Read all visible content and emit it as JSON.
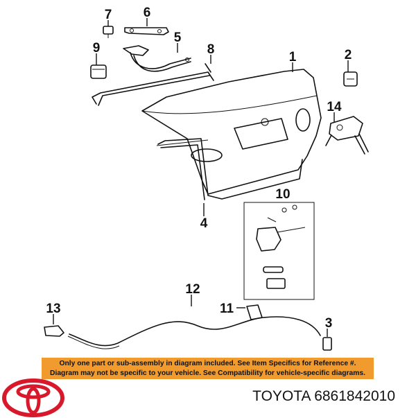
{
  "callouts": {
    "c1": "1",
    "c2": "2",
    "c3": "3",
    "c4": "4",
    "c5": "5",
    "c6": "6",
    "c7": "7",
    "c8": "8",
    "c9": "9",
    "c10": "10",
    "c11": "11",
    "c12": "12",
    "c13": "13",
    "c14": "14"
  },
  "notice": {
    "line1": "Only one part or sub-assembly in diagram included. See Item Specifics for Reference #.",
    "line2": "Diagram may not be specific to your vehicle. See Compatibility for vehicle-specific diagrams."
  },
  "part_caption": "TOYOTA 6861842010",
  "logo": {
    "icon": "toyota-logo",
    "color": "#d7192b"
  },
  "colors": {
    "notice_bg": "#f19a2e",
    "ink": "#111111"
  }
}
